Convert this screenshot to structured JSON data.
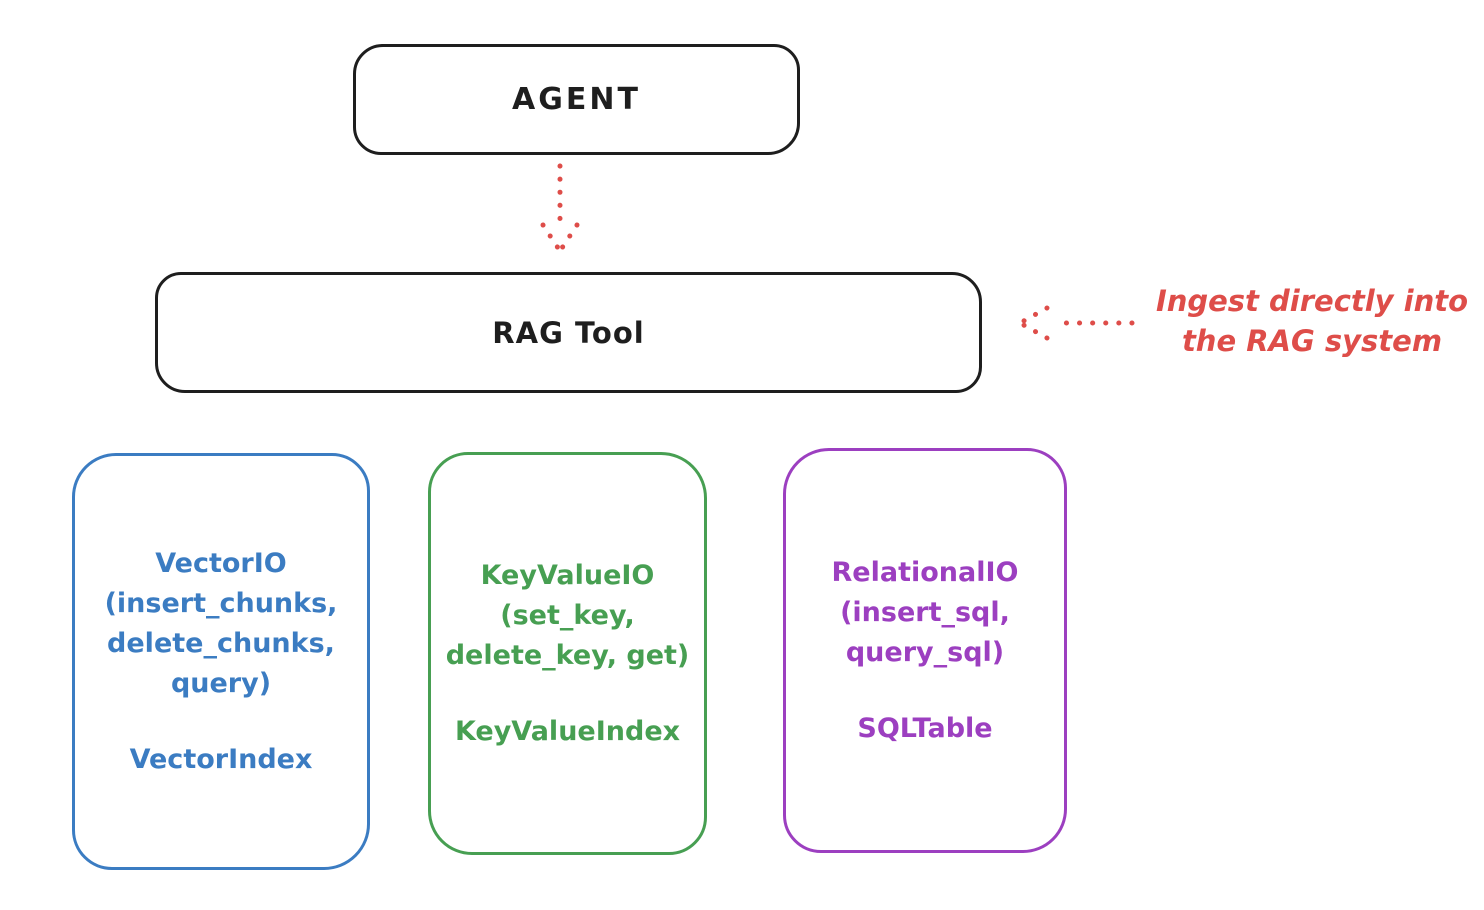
{
  "nodes": {
    "agent": {
      "label": "AGENT"
    },
    "rag_tool": {
      "label": "RAG Tool"
    },
    "vector_io": {
      "lines": [
        "VectorIO",
        "(insert_chunks,",
        "delete_chunks,",
        "query)"
      ],
      "index_label": "VectorIndex",
      "color": "#3b7cc2"
    },
    "key_value_io": {
      "lines": [
        "KeyValueIO",
        "(set_key,",
        "delete_key, get)"
      ],
      "index_label": "KeyValueIndex",
      "color": "#479f52"
    },
    "relational_io": {
      "lines": [
        "RelationalIO",
        "(insert_sql,",
        "query_sql)"
      ],
      "index_label": "SQLTable",
      "color": "#9c3fc0"
    }
  },
  "annotation": {
    "line1": "Ingest directly into",
    "line2": "the RAG system",
    "color": "#de4d49"
  },
  "colors": {
    "node_stroke": "#1e1e1e",
    "arrow_red": "#de4d49",
    "background": "#ffffff"
  }
}
